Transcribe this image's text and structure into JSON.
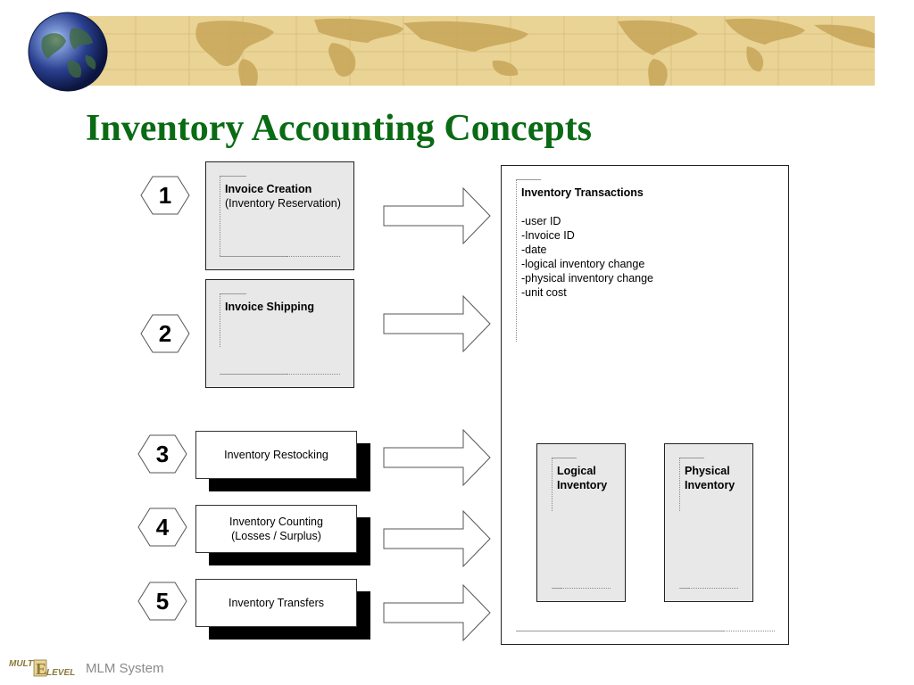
{
  "title": "Inventory Accounting Concepts",
  "steps": [
    {
      "number": "1",
      "title": "Invoice Creation",
      "subtitle": "(Inventory Reservation)"
    },
    {
      "number": "2",
      "title": "Invoice Shipping"
    },
    {
      "number": "3",
      "label": "Inventory Restocking"
    },
    {
      "number": "4",
      "label_line1": "Inventory Counting",
      "label_line2": "(Losses / Surplus)"
    },
    {
      "number": "5",
      "label": "Inventory Transfers"
    }
  ],
  "transactions": {
    "heading": "Inventory Transactions",
    "fields": [
      "-user ID",
      "-Invoice ID",
      "-date",
      "-logical inventory change",
      "-physical inventory change",
      "-unit cost"
    ]
  },
  "logical_inventory": {
    "line1": "Logical",
    "line2": "Inventory"
  },
  "physical_inventory": {
    "line1": "Physical",
    "line2": "Inventory"
  },
  "footer": {
    "logo_text_top": "MULT",
    "logo_text_e": "E",
    "logo_text_bottom": "LEVEL",
    "system_name": "MLM System"
  },
  "colors": {
    "title": "#0a6b14",
    "banner": "#e9d395",
    "land": "#c9a85c",
    "box_fill": "#e8e8e8",
    "footer_text": "#8a8a8a"
  },
  "icons": {
    "header": "globe-icon",
    "connector": "right-block-arrow"
  }
}
